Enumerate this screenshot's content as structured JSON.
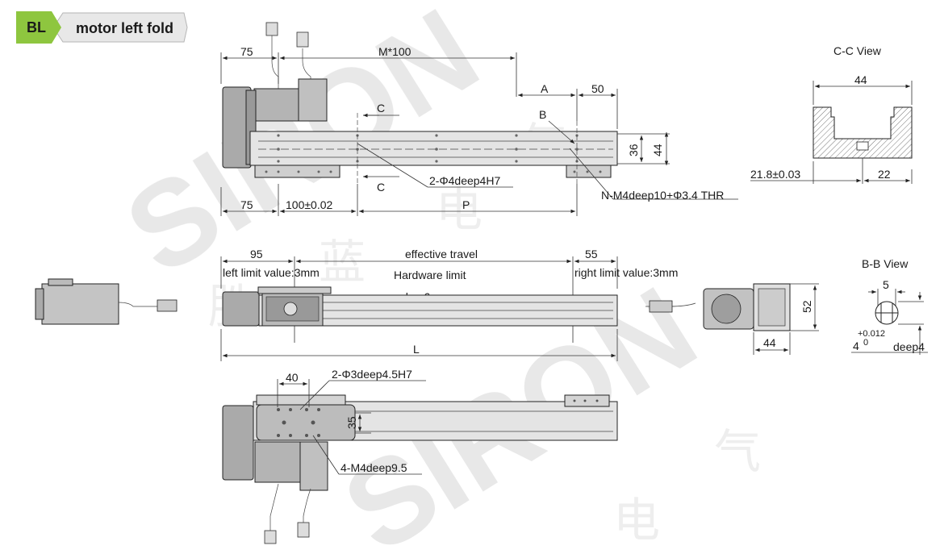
{
  "header": {
    "badge": "BL",
    "title": "motor left fold"
  },
  "watermark": {
    "brand": "SIRON",
    "chars": [
      "胜",
      "蓝",
      "电",
      "气"
    ]
  },
  "top_view": {
    "dims": {
      "left_75": "75",
      "m_100": "M*100",
      "a": "A",
      "fifty": "50",
      "c_upper": "C",
      "c_lower": "C",
      "b": "B",
      "h36": "36",
      "h44": "44",
      "bottom_75": "75",
      "pitch": "100±0.02",
      "p": "P"
    },
    "callouts": {
      "pin_holes": "2-Φ4deep4H7",
      "thread_holes": "N-M4deep10+Φ3.4 THR"
    }
  },
  "cc_view": {
    "title": "C-C View",
    "width": "44",
    "offset": "21.8±0.03",
    "right": "22"
  },
  "side_view": {
    "dims": {
      "left_95": "95",
      "effective_travel": "effective travel",
      "right_55": "55",
      "total_l": "L"
    },
    "notes": {
      "left_limit": "left limit value:3mm",
      "hardware_limit_1": "Hardware limit",
      "hardware_limit_2": "value:6mm",
      "right_limit": "right limit value:3mm"
    }
  },
  "end_view": {
    "height": "52",
    "width": "44"
  },
  "bb_view": {
    "title": "B-B View",
    "width": "5",
    "size": "4",
    "tol_upper": "+0.012",
    "tol_lower": "0",
    "depth": "deep4"
  },
  "bottom_view": {
    "dims": {
      "forty": "40",
      "thirtyfive": "35"
    },
    "callouts": {
      "pin_holes": "2-Φ3deep4.5H7",
      "thread_holes": "4-M4deep9.5"
    }
  },
  "colors": {
    "badge_fill": "#8ec63f",
    "arrow_fill": "#e8e8e8",
    "body_fill": "#c8c8c8",
    "motor_fill": "#b4b4b4",
    "rail_fill": "#e4e4e4",
    "watermark": "#e6e6e6"
  }
}
